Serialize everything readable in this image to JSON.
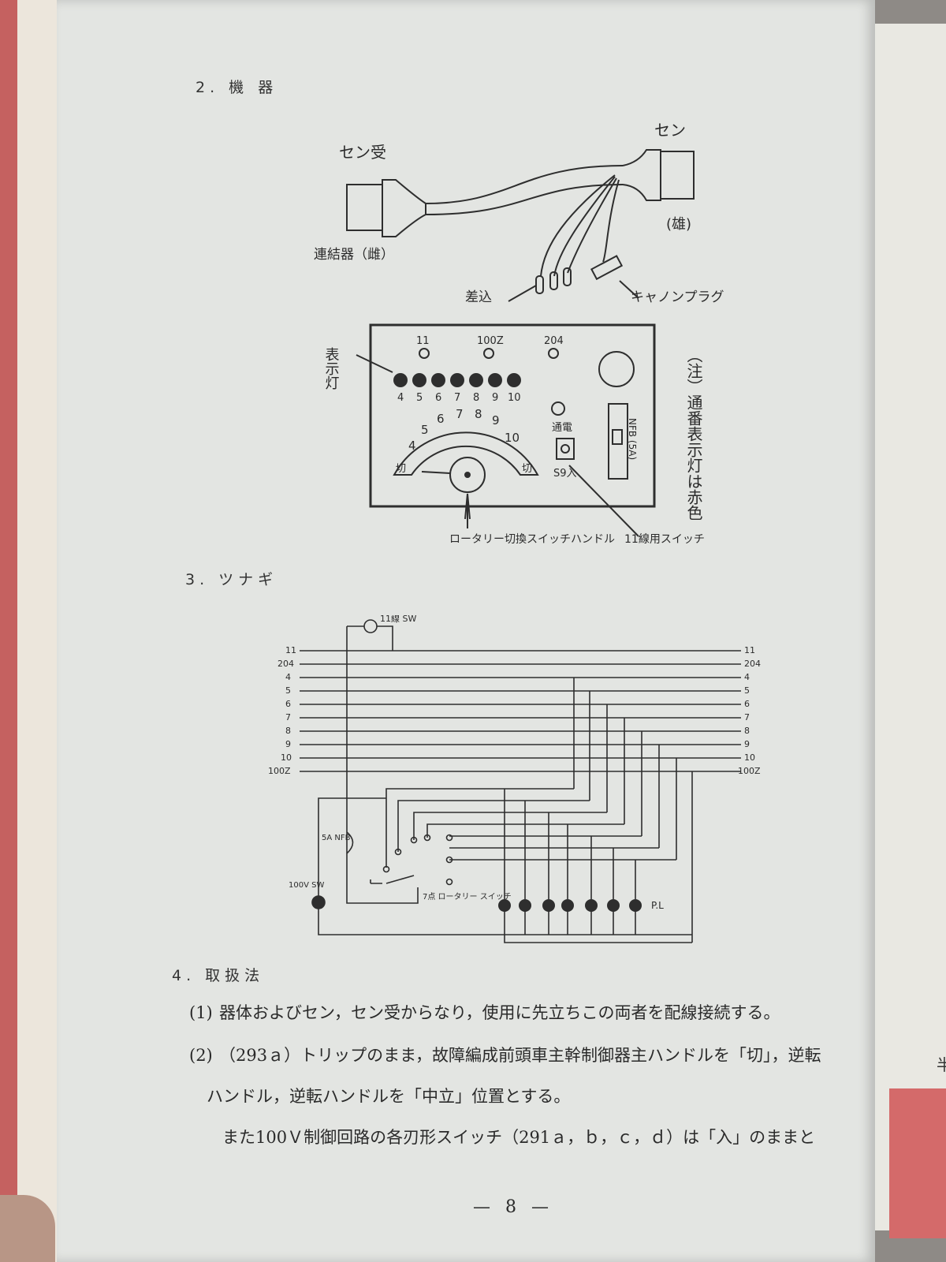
{
  "sections": {
    "s2": "2. 機 器",
    "s3": "3. ツナギ",
    "s4": "4. 取扱法"
  },
  "equipment": {
    "receptacle": "セン受",
    "plug": "セン",
    "coupler_female": "連結器（雌）",
    "male": "(雄)",
    "insert": "差込",
    "cannon_plug": "キャノンプラグ",
    "indicator_lamp": "表示灯",
    "lamp_11": "11",
    "lamp_100z": "100Z",
    "lamp_204": "204",
    "lamp_numbers": [
      "4",
      "5",
      "6",
      "7",
      "8",
      "9",
      "10"
    ],
    "dial_label_left": "切",
    "dial_numbers": [
      "4",
      "5",
      "6",
      "7",
      "8",
      "9",
      "10"
    ],
    "dial_label_right": "切",
    "energized": "通電",
    "switch_label": "S9入",
    "breaker": "NFB (5A)",
    "rotary_handle": "ロータリー切換スイッチハンドル",
    "line11_switch": "11線用スイッチ",
    "note": "（注）通番表示灯は赤色"
  },
  "wiring": {
    "sw11": "11線 SW",
    "left_lines": [
      "11",
      "204",
      "4",
      "5",
      "6",
      "7",
      "8",
      "9",
      "10",
      "100Z"
    ],
    "right_lines": [
      "11",
      "204",
      "4",
      "5",
      "6",
      "7",
      "8",
      "9",
      "10",
      "100Z"
    ],
    "nfb": "5A NFB",
    "sw100v": "100V SW",
    "rotary": "7点 ロータリー スイッチ",
    "pl": "P.L"
  },
  "text": {
    "p1_marker": "(1)",
    "p1": "器体およびセン，セン受からなり，使用に先立ちこの両者を配線接続する。",
    "p2_marker": "(2)",
    "p2a": "（293ａ）トリップのまま，故障編成前頭車主幹制御器主ハンドルを「切」，逆転",
    "p2b": "ハンドル，逆転ハンドルを「中立」位置とする。",
    "p3": "また100Ｖ制御回路の各刃形スイッチ（291ａ，ｂ，ｃ，ｄ）は「入」のままと"
  },
  "page_number": "— 8 —",
  "next_page_char": "半"
}
